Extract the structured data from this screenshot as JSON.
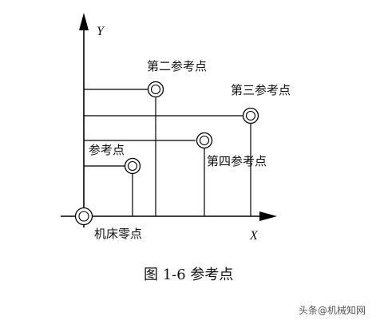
{
  "diagram": {
    "axes": {
      "y_label": "Y",
      "x_label": "X"
    },
    "points": {
      "machine_origin": "机床零点",
      "ref_2": "第二参考点",
      "ref_3": "第三参考点",
      "ref_4": "第四参考点",
      "ref_1": "参考点"
    },
    "caption": "图 1-6 参考点"
  },
  "watermark": {
    "text": "头条@机械知网"
  }
}
